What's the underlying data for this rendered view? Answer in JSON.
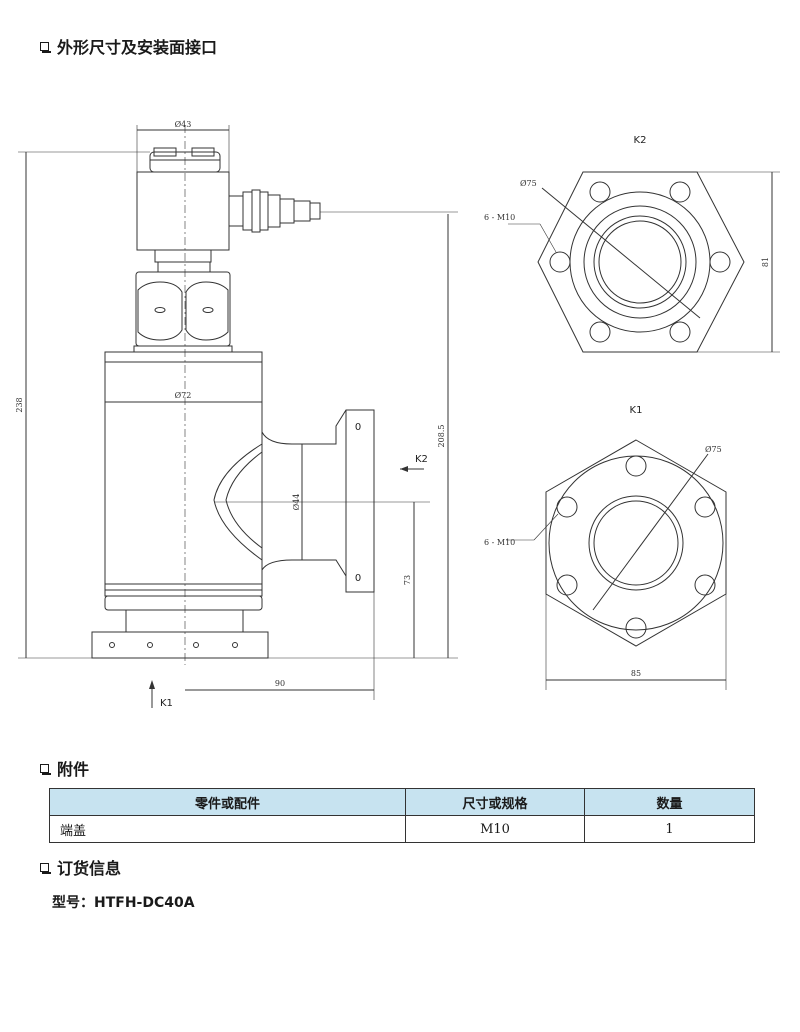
{
  "sections": {
    "dimensions_title": "外形尺寸及安装面接口",
    "accessories_title": "附件",
    "ordering_title": "订货信息"
  },
  "drawing": {
    "dims": {
      "d43": "Ø43",
      "d72": "Ø72",
      "d44": "Ø44",
      "h238": "238",
      "h208": "208.5",
      "h73": "73",
      "w90": "90",
      "k2_d75": "Ø75",
      "k2_holes": "6 - M10",
      "k2_h": "81",
      "k1_d75": "Ø75",
      "k1_holes": "6 - M10",
      "k1_w": "85"
    },
    "view_labels": {
      "k2_title": "K2",
      "k1_title": "K1",
      "k2_arrow": "K2",
      "k1_arrow": "K1"
    },
    "flange_marks": [
      "0",
      "0"
    ]
  },
  "accessories_table": {
    "headers": [
      "零件或配件",
      "尺寸或规格",
      "数量"
    ],
    "rows": [
      [
        "端盖",
        "M10",
        "1"
      ]
    ]
  },
  "ordering": {
    "model_label": "型号：",
    "model_value": "HTFH-DC40A"
  },
  "colors": {
    "header_bg": "#c7e3f0",
    "line": "#333333"
  }
}
